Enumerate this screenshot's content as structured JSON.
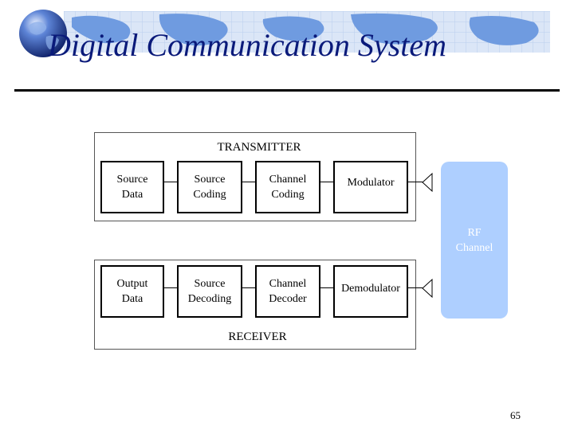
{
  "header": {
    "title": "Digital Communication System"
  },
  "transmitter": {
    "label": "TRANSMITTER",
    "blocks": [
      {
        "line1": "Source",
        "line2": "Data"
      },
      {
        "line1": "Source",
        "line2": "Coding"
      },
      {
        "line1": "Channel",
        "line2": "Coding"
      },
      {
        "line1": "Modulator",
        "line2": ""
      }
    ]
  },
  "receiver": {
    "label": "RECEIVER",
    "blocks": [
      {
        "line1": "Output",
        "line2": "Data"
      },
      {
        "line1": "Source",
        "line2": "Decoding"
      },
      {
        "line1": "Channel",
        "line2": "Decoder"
      },
      {
        "line1": "Demodulator",
        "line2": ""
      }
    ]
  },
  "channel": {
    "line1": "RF",
    "line2": "Channel"
  },
  "footer": {
    "page_number": "65"
  },
  "colors": {
    "title": "#0a1a7a",
    "channel_fill": "#aecfff",
    "banner_map": "#5b8fd6"
  }
}
